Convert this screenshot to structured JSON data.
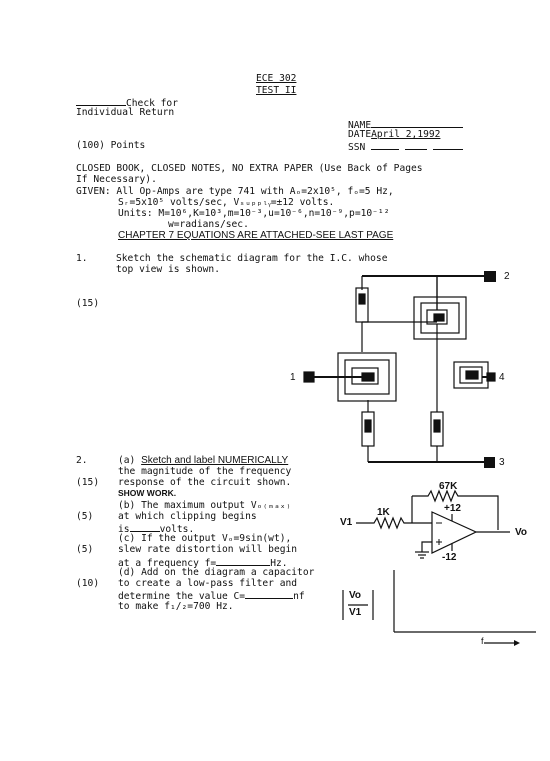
{
  "header": {
    "course": "ECE 302",
    "test": "TEST II",
    "check_for_line1": "Check for",
    "check_for_line2": "Individual Return",
    "points": "(100) Points",
    "name_label": "NAME",
    "date_label": "DATE",
    "date_value": "April 2,1992",
    "ssn_label": "SSN"
  },
  "instructions": {
    "line1": "CLOSED BOOK, CLOSED NOTES, NO EXTRA PAPER (Use Back of Pages",
    "line2": "If Necessary).",
    "given_line1": "GIVEN: All Op-Amps are type 741 with Aₒ=2x10⁵, fₒ=5 Hz,",
    "given_line2": "Sᵣ=5x10⁵ volts/sec, Vₛᵤₚₚₗᵧ=±12 volts.",
    "units_line1": "Units: M=10⁶,K=10³,m=10⁻³,u=10⁻⁶,n=10⁻⁹,p=10⁻¹²",
    "units_line2": "w=radians/sec.",
    "chapter_note": "CHAPTER 7 EQUATIONS ARE ATTACHED-SEE LAST PAGE"
  },
  "q1": {
    "number": "1.",
    "text_line1": "Sketch the schematic diagram for the I.C. whose",
    "text_line2": "top view is shown.",
    "points": "(15)",
    "pin_labels": [
      "1",
      "2",
      "3",
      "4"
    ]
  },
  "q2": {
    "number": "2.",
    "a_prefix": "(a)",
    "a_underlined": "Sketch and label NUMERICALLY",
    "a_line2": "the magnitude of the frequency",
    "a_line3": "response of the circuit shown.",
    "a_points": "(15)",
    "show_work": "SHOW WORK.",
    "b_line1": "(b) The maximum output Vₒ₍ₘₐₓ₎",
    "b_line2": "at which clipping begins",
    "b_line3_pre": "is",
    "b_line3_post": "volts.",
    "b_points": "(5)",
    "c_line1": "(c) If the output Vₒ=9sin(wt),",
    "c_line2": "slew rate distortion will begin",
    "c_line3_pre": "at a frequency f=",
    "c_line3_post": "Hz.",
    "c_points": "(5)",
    "d_line1": "(d) Add on the diagram a capacitor",
    "d_line2": "to create a low-pass filter and",
    "d_line3_pre": "determine the value C=",
    "d_line3_post": "nf",
    "d_line4": "to make f₁/₂=700 Hz.",
    "d_points": "(10)"
  },
  "circuit": {
    "feedback_resistor": "67K",
    "input_resistor": "1K",
    "input_label": "V1",
    "output_label": "Vo",
    "supply_pos": "+12",
    "supply_neg": "-12"
  },
  "plot": {
    "y_numerator": "Vo",
    "y_denominator": "V1",
    "x_label": "f"
  }
}
